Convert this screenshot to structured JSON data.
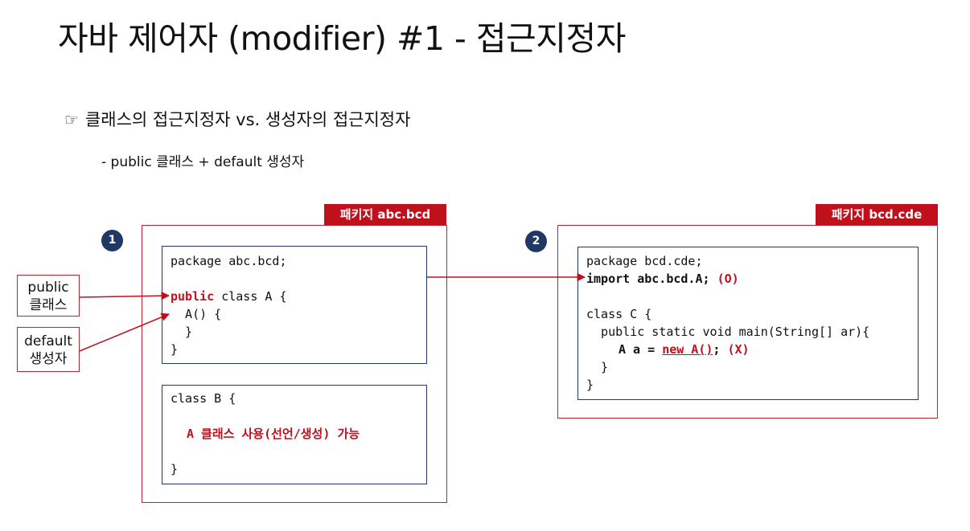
{
  "title": "자바 제어자 (modifier) #1 - 접근지정자",
  "bullet": {
    "icon": "pointing-hand-icon",
    "symbol": "☞",
    "text": "클래스의 접근지정자 vs. 생성자의 접근지정자"
  },
  "subbullet": "- public 클래스 + default 생성자",
  "package1": {
    "number": "1",
    "tab": "패키지 abc.bcd",
    "classA": {
      "line1": "package abc.bcd;",
      "public_kw": "public",
      "line2_rest": " class A {",
      "line3": "  A() {",
      "line4": "  }",
      "line5": "}"
    },
    "classB": {
      "line1": "class B {",
      "usage": "A 클래스 사용(선언/생성) 가능",
      "line3": "}"
    }
  },
  "package2": {
    "number": "2",
    "tab": "패키지 bcd.cde",
    "classC": {
      "line1": "package bcd.cde;",
      "import": "import abc.bcd.A;",
      "import_ok": "(O)",
      "line3": "class C {",
      "line4": "  public static void main(String[] ar){",
      "decl": "A a = ",
      "new_expr": "new A()",
      "semi": ";",
      "new_fail": "(X)",
      "line6": "  }",
      "line7": "}"
    }
  },
  "callouts": {
    "public_class": {
      "line1": "public",
      "line2": "클래스"
    },
    "default_ctor": {
      "line1": "default",
      "line2": "생성자"
    }
  },
  "colors": {
    "accent_red": "#c0101c",
    "box_border": "#1f3864",
    "navy": "#1f3864"
  }
}
